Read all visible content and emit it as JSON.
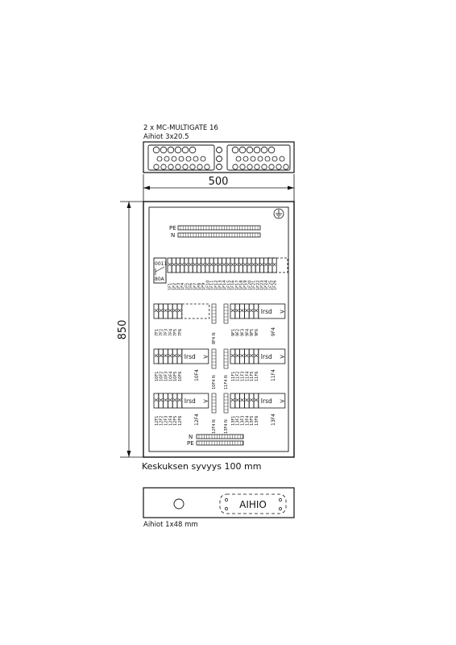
{
  "header": {
    "gland_label": "2 x MC-MULTIGATE 16",
    "gland_sub": "Aihiot 3x20.5"
  },
  "dimensions": {
    "width": "500",
    "height": "850"
  },
  "cabinet": {
    "earth_symbol": "earth-icon",
    "top_bus": {
      "pe": "PE",
      "n": "N"
    },
    "bottom_bus": {
      "n": "N",
      "pe": "PE"
    },
    "main_switch": {
      "line1": "0011",
      "line2": "80A"
    },
    "breaker_row": [
      "1F1",
      "1F2",
      "1F3",
      "1F4",
      "1F5",
      "1F6",
      "1F7",
      "1F8",
      "1F9",
      "1F10",
      "1F11",
      "1F12",
      "1F13",
      "1F14",
      "1F15",
      "1F16",
      "1F17",
      "1F18",
      "1F19",
      "1F20",
      "1F21",
      "1F22",
      "1F23",
      "1F24",
      "1F25",
      "1F26"
    ],
    "groups": [
      {
        "breakers": [
          "7F1",
          "7F2",
          "7F3",
          "7F4",
          "7F5",
          "7F6"
        ],
        "extra": "",
        "term": "8F4 N",
        "tag": ""
      },
      {
        "breakers": [
          "9F1",
          "9F2",
          "9F3",
          "9F4",
          "9F5",
          "9F6"
        ],
        "extra": "Irsd",
        "term": "",
        "tag": "9F4"
      },
      {
        "breakers": [
          "10F1",
          "10F2",
          "10F3",
          "10F4",
          "10F5",
          "10F6"
        ],
        "extra": "Irsd",
        "term": "10F4 N",
        "tag": "10F4"
      },
      {
        "breakers": [
          "11F1",
          "11F2",
          "11F3",
          "11F4",
          "11F5",
          "11F6"
        ],
        "extra": "Irsd",
        "term": "11F4 N",
        "tag": "11F4"
      },
      {
        "breakers": [
          "12F1",
          "12F2",
          "12F3",
          "12F4",
          "12F5",
          "12F6"
        ],
        "extra": "Irsd",
        "term": "12F4 N",
        "tag": "12F4"
      },
      {
        "breakers": [
          "13F1",
          "13F2",
          "13F3",
          "13F4",
          "13F5",
          "13F6"
        ],
        "extra": "Irsd",
        "term": "13F4 N",
        "tag": "13F4"
      }
    ],
    "depth_caption": "Keskuksen syvyys 100 mm"
  },
  "bottom_view": {
    "plate_label": "AIHIO",
    "caption": "Aihiot 1x48 mm"
  }
}
